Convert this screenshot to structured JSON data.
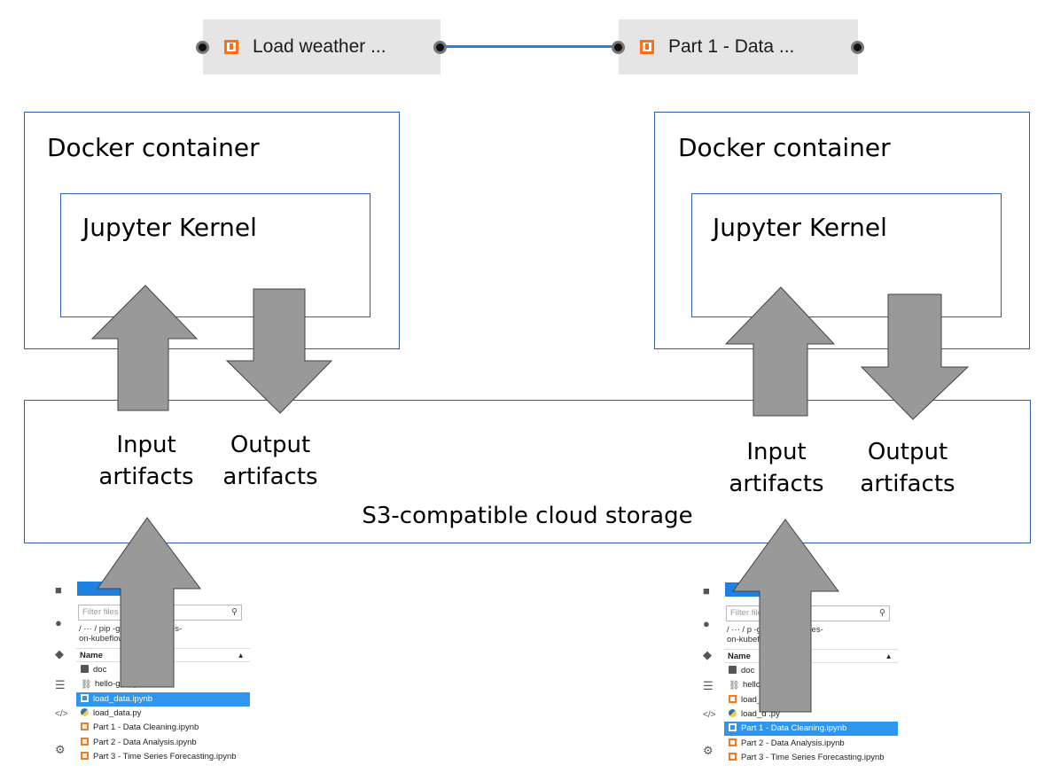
{
  "pipeline": {
    "node1": {
      "label": "Load weather ..."
    },
    "node2": {
      "label": "Part 1 - Data ..."
    }
  },
  "left": {
    "container_title": "Docker container",
    "kernel_title": "Jupyter Kernel",
    "input_label_1": "Input",
    "input_label_2": "artifacts",
    "output_label_1": "Output",
    "output_label_2": "artifacts"
  },
  "right": {
    "container_title": "Docker container",
    "kernel_title": "Jupyter Kernel",
    "input_label_1": "Input",
    "input_label_2": "artifacts",
    "output_label_1": "Output",
    "output_label_2": "artifacts"
  },
  "storage": {
    "label": "S3-compatible cloud storage"
  },
  "file_browser_left": {
    "filter_placeholder": "Filter files",
    "breadcrumb_1": "/  ···  / pip            -generic-pipelines-",
    "breadcrumb_2": "on-kubeflow-",
    "column_name": "Name",
    "rows": [
      {
        "name": "doc",
        "icon": "folder-icon"
      },
      {
        "name": "hello-gen                ipeline",
        "icon": "pipeline-icon"
      },
      {
        "name": "load_data.ipynb",
        "icon": "notebook-icon",
        "selected": true
      },
      {
        "name": "load_data.py",
        "icon": "python-icon"
      },
      {
        "name": "Part 1 - Data Cleaning.ipynb",
        "icon": "notebook-icon"
      },
      {
        "name": "Part 2 - Data Analysis.ipynb",
        "icon": "notebook-icon"
      },
      {
        "name": "Part 3 - Time Series Forecasting.ipynb",
        "icon": "notebook-icon"
      }
    ]
  },
  "file_browser_right": {
    "filter_placeholder": "Filter file",
    "breadcrumb_1": "/  ···  / p              -generic-pipelines-",
    "breadcrumb_2": "on-kubeflo",
    "column_name": "Name",
    "rows": [
      {
        "name": "doc",
        "icon": "folder-icon"
      },
      {
        "name": "hello-ge                pipeline",
        "icon": "pipeline-icon"
      },
      {
        "name": "load_d",
        "icon": "notebook-icon"
      },
      {
        "name": "load_d      .py",
        "icon": "python-icon"
      },
      {
        "name": "Part 1 - Data Cleaning.ipynb",
        "icon": "notebook-icon",
        "selected": true
      },
      {
        "name": "Part 2 - Data Analysis.ipynb",
        "icon": "notebook-icon"
      },
      {
        "name": "Part 3 - Time Series Forecasting.ipynb",
        "icon": "notebook-icon"
      }
    ]
  },
  "colors": {
    "box_border": "#2e5da8",
    "arrow_fill": "#999999",
    "link": "#2f7fd4",
    "notebook_icon": "#ff6f14",
    "selection": "#2f96ef"
  }
}
